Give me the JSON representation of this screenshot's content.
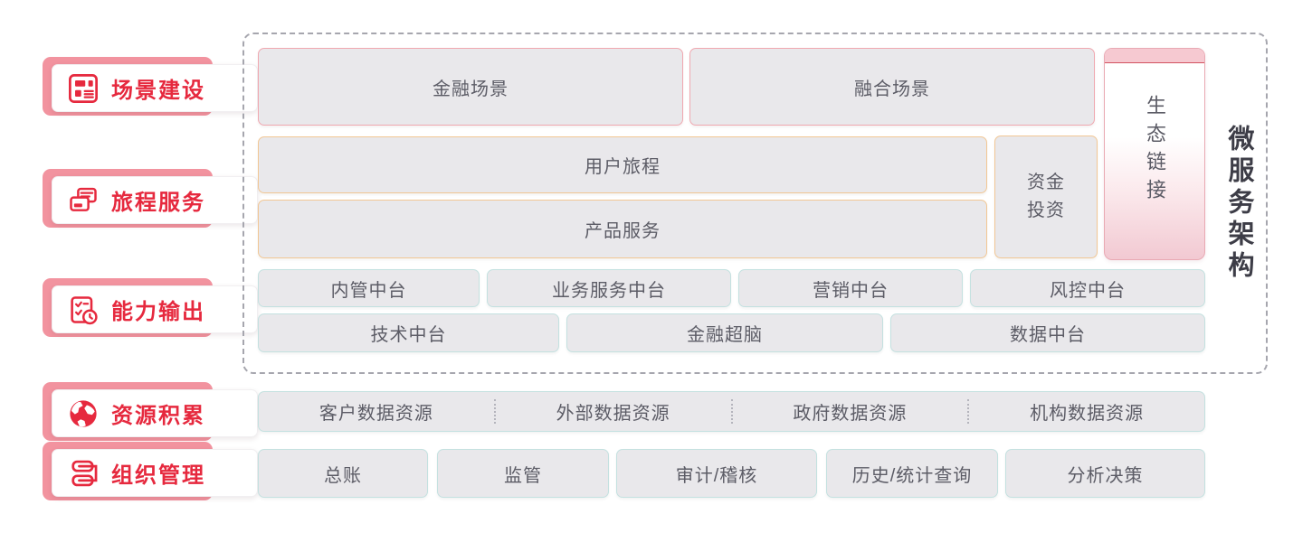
{
  "colors": {
    "accent_red": "#e6293e",
    "tab_pink": "#f2939f",
    "box_fill": "#e9e8eb",
    "border_pink": "#f0a8b0",
    "border_orange": "#f2c795",
    "border_teal": "#c4e1e0",
    "title_dark": "#3d3d47",
    "box_text_gray": "#5c5c66"
  },
  "sidebar": {
    "items": [
      {
        "label": "场景建设",
        "icon": "layout-grid-icon"
      },
      {
        "label": "旅程服务",
        "icon": "cards-icon"
      },
      {
        "label": "能力输出",
        "icon": "checklist-clock-icon"
      },
      {
        "label": "资源积累",
        "icon": "globe-icon"
      },
      {
        "label": "组织管理",
        "icon": "org-structure-icon"
      }
    ]
  },
  "diagram": {
    "vertical_title": "微服务架构",
    "eco_link_label": "生态链接",
    "scene_row": {
      "finance": "金融场景",
      "fusion": "融合场景"
    },
    "journey_rows": {
      "user_journey": "用户旅程",
      "product_service": "产品服务"
    },
    "fund_invest": [
      "资金",
      "投资"
    ],
    "platform_row1": [
      "内管中台",
      "业务服务中台",
      "营销中台",
      "风控中台"
    ],
    "platform_row2": [
      "技术中台",
      "金融超脑",
      "数据中台"
    ],
    "data_resources": [
      "客户数据资源",
      "外部数据资源",
      "政府数据资源",
      "机构数据资源"
    ],
    "org_row": [
      "总账",
      "监管",
      "审计/稽核",
      "历史/统计查询",
      "分析决策"
    ]
  }
}
